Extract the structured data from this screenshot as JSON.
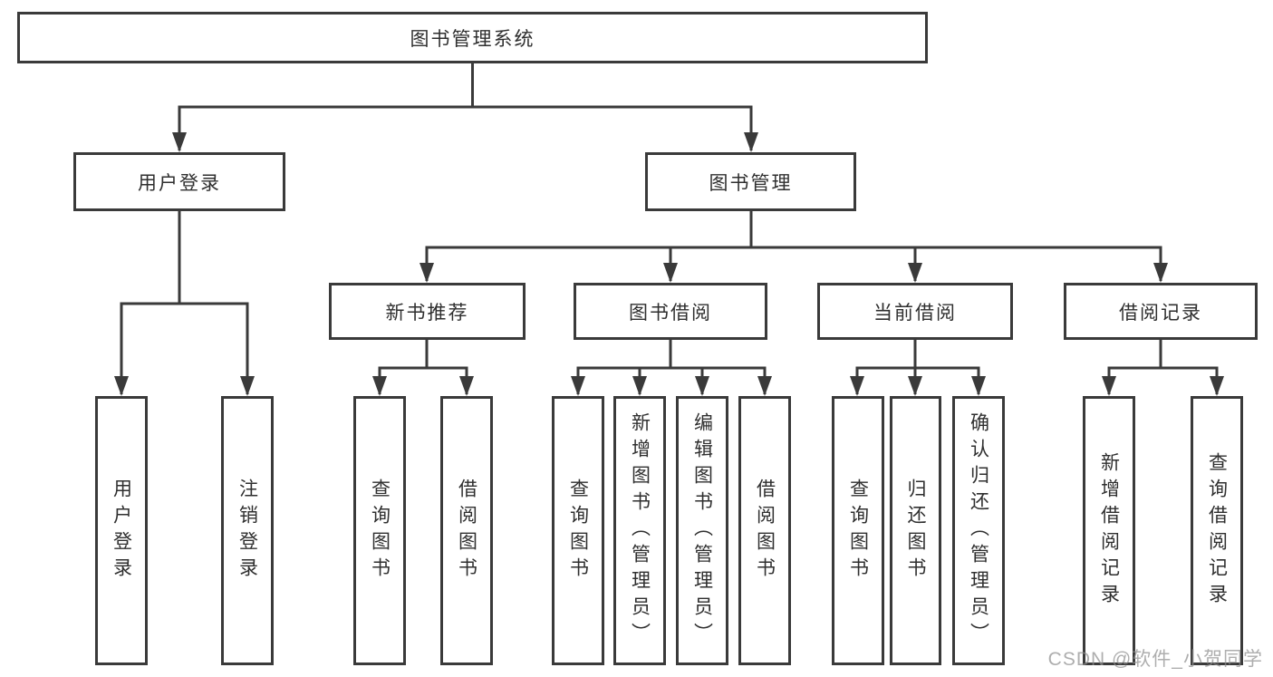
{
  "palette": {
    "line": "#3a3a3a",
    "box_border": "#3a3a3a",
    "text": "#2f2f2f",
    "background": "#ffffff",
    "watermark_text_color": "#8f8f8f"
  },
  "diagram": {
    "root": {
      "label": "图书管理系统"
    },
    "user_login": {
      "label": "用户登录",
      "children": [
        "用户登录",
        "注销登录"
      ]
    },
    "book_mgmt": {
      "label": "图书管理",
      "sections": {
        "new_book": {
          "label": "新书推荐",
          "children": [
            "查询图书",
            "借阅图书"
          ]
        },
        "borrow": {
          "label": "图书借阅",
          "children": [
            "查询图书",
            "新增图书（管理员）",
            "编辑图书（管理员）",
            "借阅图书"
          ]
        },
        "current": {
          "label": "当前借阅",
          "children": [
            "查询图书",
            "归还图书",
            "确认归还（管理员）"
          ]
        },
        "record": {
          "label": "借阅记录",
          "children": [
            "新增借阅记录",
            "查询借阅记录"
          ]
        }
      }
    }
  },
  "watermark": "CSDN @软件_小贺同学"
}
